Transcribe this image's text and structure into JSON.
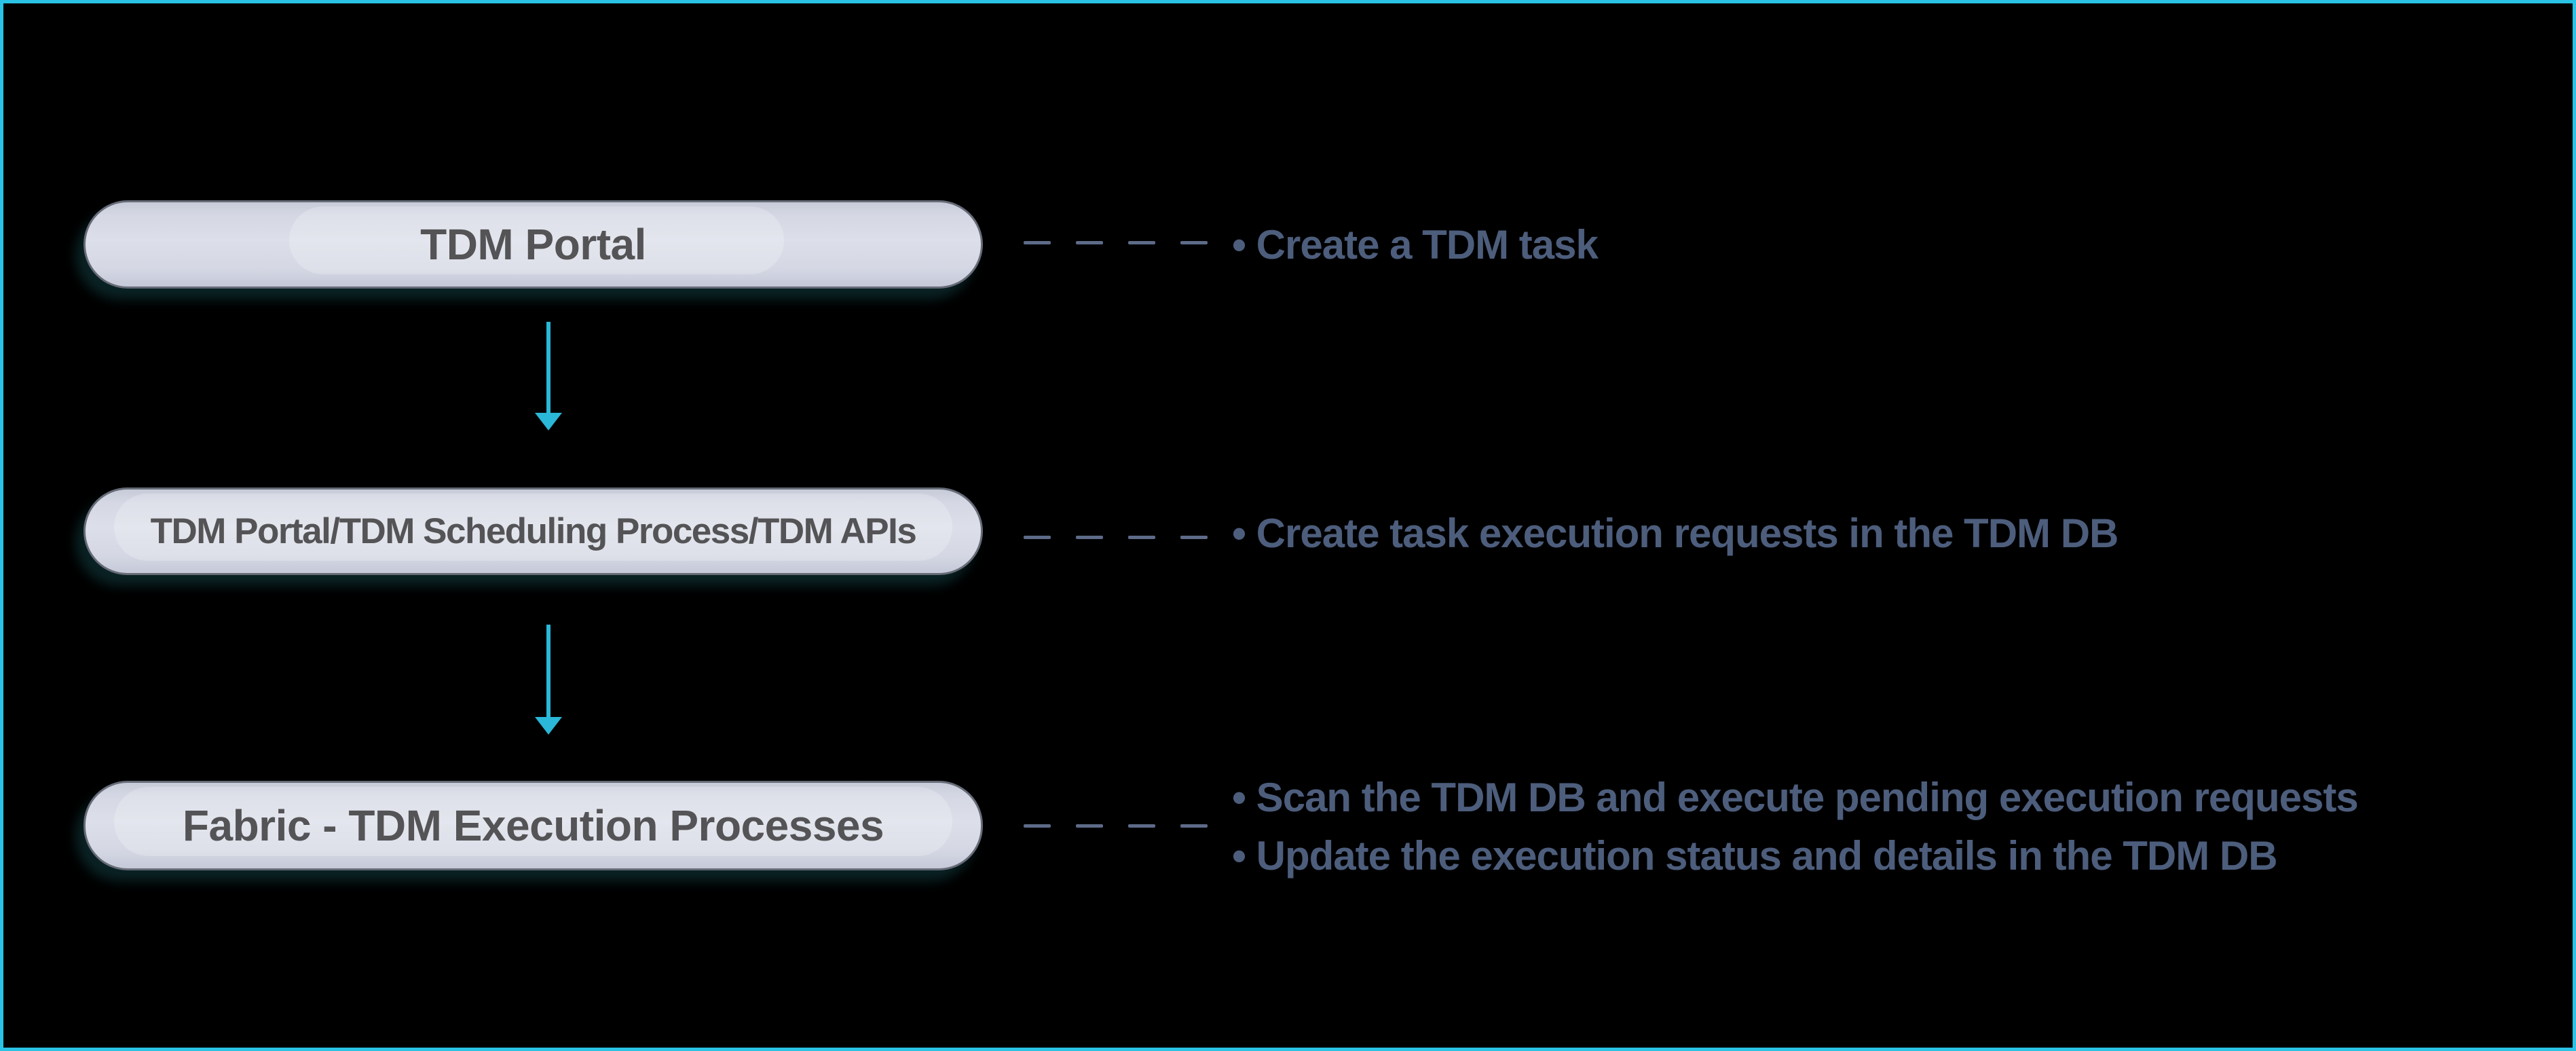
{
  "diagram": {
    "background_color": "#000000",
    "border_color": "#2ac3e6",
    "arrow_color": "#2ab7d8",
    "node_fill_color": "#d5d8e4",
    "node_text_color": "#545456",
    "note_text_color": "#4d5d7c",
    "dash_color": "#5d6b88",
    "steps": [
      {
        "id": "tdm-portal",
        "label": "TDM Portal",
        "notes": [
          "• Create a TDM task"
        ]
      },
      {
        "id": "tdm-scheduling",
        "label": "TDM Portal/TDM Scheduling Process/TDM APIs",
        "notes": [
          "• Create task execution requests in the TDM DB"
        ]
      },
      {
        "id": "fabric-execution",
        "label": "Fabric - TDM Execution Processes",
        "notes": [
          "• Scan the TDM DB and execute pending execution requests",
          "• Update the execution status and details in the TDM DB"
        ]
      }
    ]
  }
}
